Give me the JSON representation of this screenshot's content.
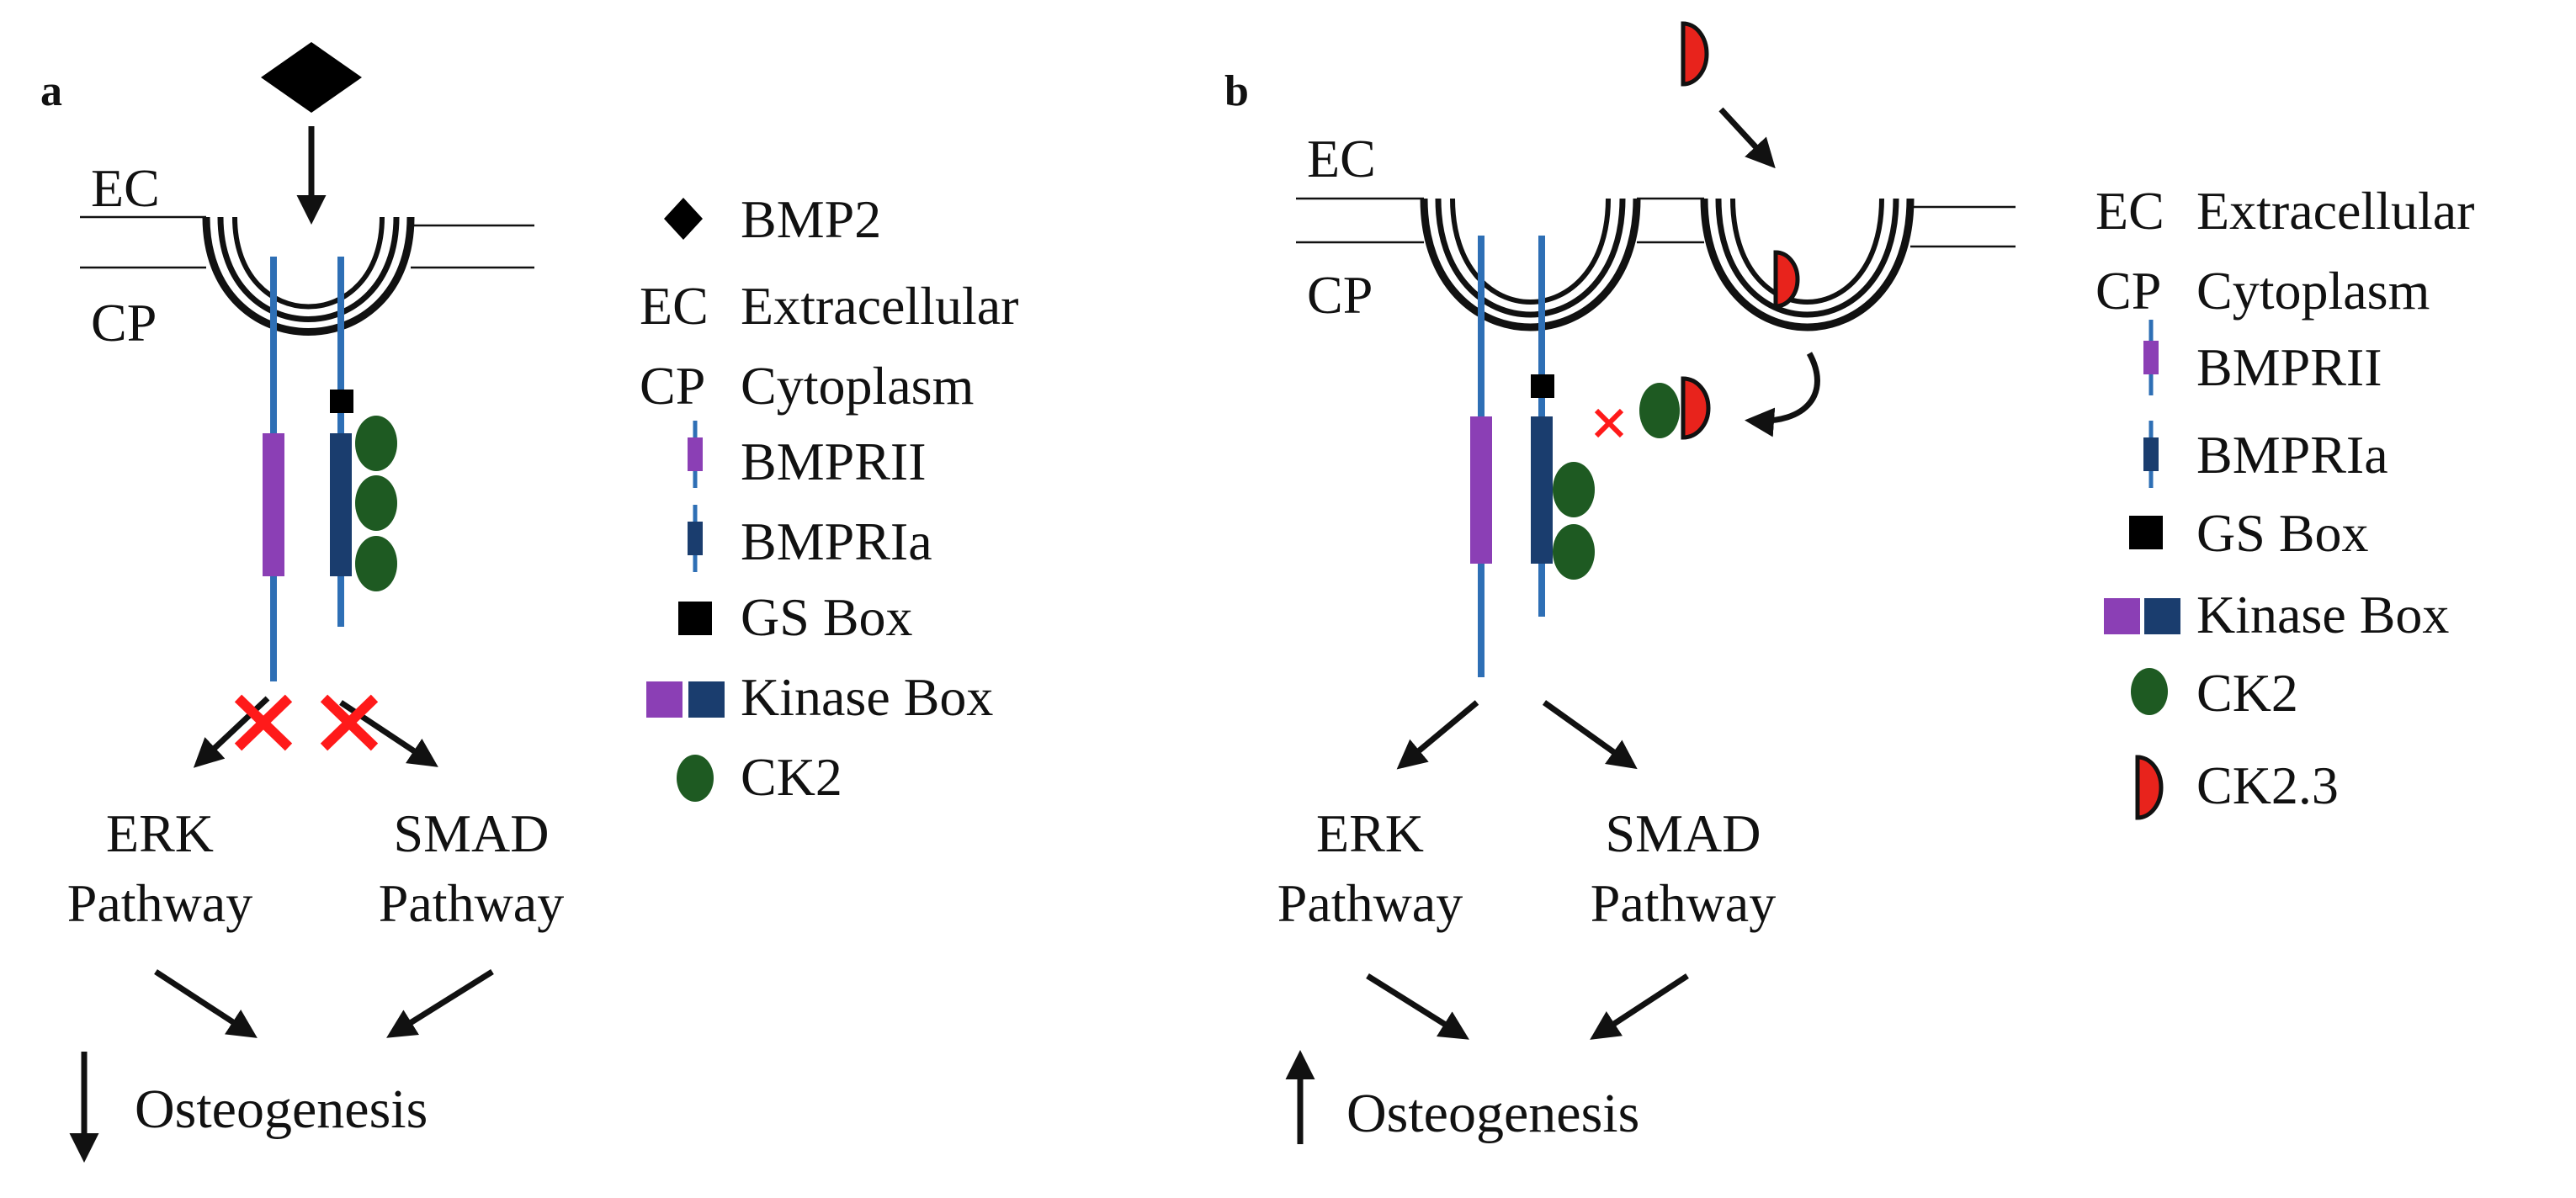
{
  "panel_a": {
    "letter": "a",
    "ec": "EC",
    "cp": "CP",
    "erk": [
      "ERK",
      "Pathway"
    ],
    "smad": [
      "SMAD",
      "Pathway"
    ],
    "outcome": "Osteogenesis"
  },
  "panel_b": {
    "letter": "b",
    "ec": "EC",
    "cp": "CP",
    "erk": [
      "ERK",
      "Pathway"
    ],
    "smad": [
      "SMAD",
      "Pathway"
    ],
    "outcome": "Osteogenesis"
  },
  "legend_a": {
    "bmp2": "BMP2",
    "ec_abbr": "EC",
    "ec_full": "Extracellular",
    "cp_abbr": "CP",
    "cp_full": "Cytoplasm",
    "bmprii": "BMPRII",
    "bmpria": "BMPRIa",
    "gs_box": "GS Box",
    "kinase_box": "Kinase Box",
    "ck2": "CK2"
  },
  "legend_b": {
    "ec_abbr": "EC",
    "ec_full": "Extracellular",
    "cp_abbr": "CP",
    "cp_full": "Cytoplasm",
    "bmprii": "BMPRII",
    "bmpria": "BMPRIa",
    "gs_box": "GS Box",
    "kinase_box": "Kinase Box",
    "ck2": "CK2",
    "ck23": "CK2.3"
  },
  "colors": {
    "receptor_line": "#2e6fb5",
    "bmprii_kinase": "#8b3fb5",
    "bmpria_kinase": "#1a3d6e",
    "ck2": "#1e5a22",
    "ck23": "#e8231c",
    "inhibit_x": "#ff1a1a"
  }
}
